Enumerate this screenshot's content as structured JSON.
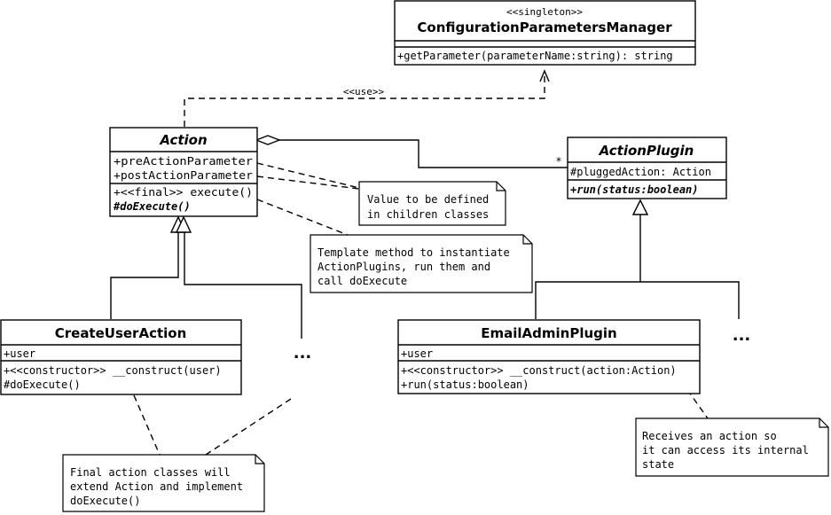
{
  "classes": {
    "config": {
      "stereotype": "<<singleton>>",
      "name": "ConfigurationParametersManager",
      "method": "+getParameter(parameterName:string): string"
    },
    "action": {
      "name": "Action",
      "attr1": "+preActionParameter",
      "attr2": "+postActionParameter",
      "method1": "+<<final>> execute()",
      "method2": "#doExecute()"
    },
    "plugin": {
      "name": "ActionPlugin",
      "attr1": "#pluggedAction: Action",
      "method1": "+run(status:boolean)"
    },
    "createUser": {
      "name": "CreateUserAction",
      "attr1": "+user",
      "method1": "+<<constructor>> __construct(user)",
      "method2": "#doExecute()"
    },
    "emailAdmin": {
      "name": "EmailAdminPlugin",
      "attr1": "+user",
      "method1": "+<<constructor>> __construct(action:Action)",
      "method2": "+run(status:boolean)"
    }
  },
  "labels": {
    "use": "<<use>>",
    "multiplicity": "*",
    "ellipsis_left": "...",
    "ellipsis_right": "..."
  },
  "notes": {
    "values": [
      "Value to be defined",
      "in children classes"
    ],
    "template": [
      "Template method to instantiate",
      "ActionPlugins, run them and",
      "call doExecute"
    ],
    "final": [
      "Final action classes will",
      "extend Action and implement",
      "doExecute()"
    ],
    "receives": [
      "Receives an action so",
      "it can access its internal",
      "state"
    ]
  }
}
